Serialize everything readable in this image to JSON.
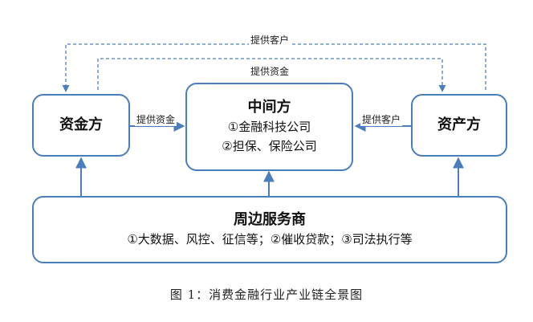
{
  "nodes": {
    "capital": {
      "title": "资金方"
    },
    "middle": {
      "title": "中间方",
      "line1": "①金融科技公司",
      "line2": "②担保、保险公司"
    },
    "asset": {
      "title": "资产方"
    },
    "services": {
      "title": "周边服务商",
      "line1": "①大数据、风控、征信等；②催收贷款；③司法执行等"
    }
  },
  "edges": {
    "top_outer": "提供客户",
    "top_inner": "提供资金",
    "left_to_middle": "提供资金",
    "right_to_middle": "提供客户"
  },
  "caption": "图 1：消费金融行业产业链全景图",
  "colors": {
    "border": "#4a7ebb",
    "arrow": "#4a7ebb"
  }
}
